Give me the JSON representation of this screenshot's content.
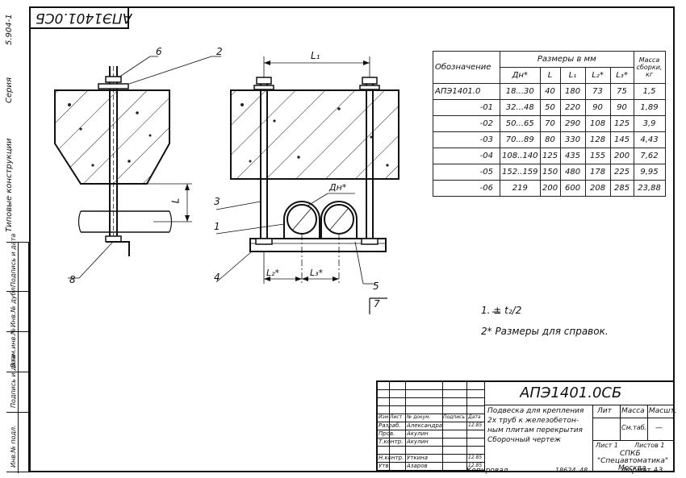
{
  "stamp_top": "АПЭ1401.0СБ",
  "series_label": "Серия",
  "series_number": "5.904-1",
  "series_title": "Типовые конструкции",
  "side_stamp": [
    "Инв.№ подл.",
    "Подпись и дата",
    "Взам.инв.№",
    "Инв.№ дубл.",
    "Подпись и дата"
  ],
  "callouts": {
    "c1": "1",
    "c2": "2",
    "c3": "3",
    "c4": "4",
    "c5": "5",
    "c6": "6",
    "c7": "7",
    "c8": "8",
    "L": "L",
    "L1": "L₁",
    "L2": "L₂*",
    "L3": "L₃*",
    "Dn": "Дн*"
  },
  "dims_table": {
    "header_group": "Размеры в мм",
    "col_designation": "Обозначение",
    "cols": [
      "Дн*",
      "L",
      "L₁",
      "L₂*",
      "L₃*"
    ],
    "col_mass": "Масса сборки, кг",
    "rows": [
      {
        "des": "АПЭ1401.0",
        "dn": "18...30",
        "L": "40",
        "L1": "180",
        "L2": "73",
        "L3": "75",
        "mass": "1,5"
      },
      {
        "des": "-01",
        "dn": "32...48",
        "L": "50",
        "L1": "220",
        "L2": "90",
        "L3": "90",
        "mass": "1,89"
      },
      {
        "des": "-02",
        "dn": "50...65",
        "L": "70",
        "L1": "290",
        "L2": "108",
        "L3": "125",
        "mass": "3,9"
      },
      {
        "des": "-03",
        "dn": "70...89",
        "L": "80",
        "L1": "330",
        "L2": "128",
        "L3": "145",
        "mass": "4,43"
      },
      {
        "des": "-04",
        "dn": "108..140",
        "L": "125",
        "L1": "435",
        "L2": "155",
        "L3": "200",
        "mass": "7,62"
      },
      {
        "des": "-05",
        "dn": "152..159",
        "L": "150",
        "L1": "480",
        "L2": "178",
        "L3": "225",
        "mass": "9,95"
      },
      {
        "des": "-06",
        "dn": "219",
        "L": "200",
        "L1": "600",
        "L2": "208",
        "L3": "285",
        "mass": "23,88"
      }
    ]
  },
  "notes": {
    "n1": "1. ± t₂/2",
    "n2": "2* Размеры для справок."
  },
  "title_block": {
    "doc_code": "АПЭ1401.0СБ",
    "name_l1": "Подвеска для крепления",
    "name_l2": "2х труб к железобетон-",
    "name_l3": "ным плитам перекрытия",
    "name_l4": "Сборочный чертеж",
    "h_lit": "Лит",
    "h_mass": "Масса",
    "h_scale": "Масшт.",
    "mass_val": "См.табл.",
    "scale_val": "—",
    "sheet": "Лист 1",
    "sheets": "Листов 1",
    "org1": "СПКБ",
    "org2": "\"Спецавтоматика\"",
    "org3": "Москва",
    "hdr": [
      "Изм",
      "Лист",
      "№ докум.",
      "Подпись",
      "Дата"
    ],
    "roles": [
      {
        "role": "Разраб.",
        "name": "Александра",
        "date": "12.85"
      },
      {
        "role": "Пров.",
        "name": "Акулин",
        "date": ""
      },
      {
        "role": "Т.контр.",
        "name": "Акулин",
        "date": ""
      },
      {
        "role": "",
        "name": "",
        "date": ""
      },
      {
        "role": "Н.контр.",
        "name": "Уткина",
        "date": "12.85"
      },
      {
        "role": "Утв.",
        "name": "Азаров",
        "date": "12.85"
      }
    ]
  },
  "footer": {
    "copied": "Копировал",
    "num": "18624",
    "n2": "48",
    "format": "Формат А3"
  }
}
